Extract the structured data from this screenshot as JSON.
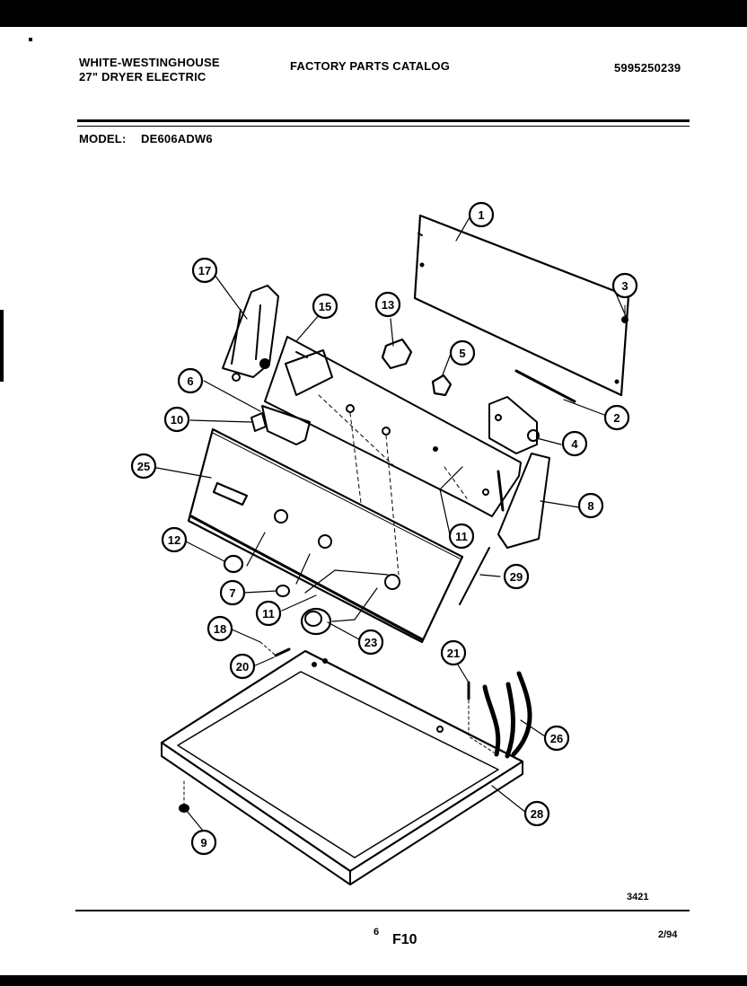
{
  "header": {
    "brand": "WHITE-WESTINGHOUSE",
    "product": "27\" DRYER ELECTRIC",
    "catalog": "FACTORY PARTS CATALOG",
    "catalog_number": "5995250239",
    "model_label": "MODEL:",
    "model_number": "DE606ADW6"
  },
  "callouts": [
    {
      "num": "1"
    },
    {
      "num": "2"
    },
    {
      "num": "3"
    },
    {
      "num": "4"
    },
    {
      "num": "5"
    },
    {
      "num": "6"
    },
    {
      "num": "7"
    },
    {
      "num": "8"
    },
    {
      "num": "9"
    },
    {
      "num": "10"
    },
    {
      "num": "11"
    },
    {
      "num": "11"
    },
    {
      "num": "12"
    },
    {
      "num": "13"
    },
    {
      "num": "15"
    },
    {
      "num": "17"
    },
    {
      "num": "18"
    },
    {
      "num": "20"
    },
    {
      "num": "21"
    },
    {
      "num": "23"
    },
    {
      "num": "25"
    },
    {
      "num": "26"
    },
    {
      "num": "28"
    },
    {
      "num": "29"
    }
  ],
  "footer": {
    "figure_code": "3421",
    "page_marker": "6",
    "page_code": "F10",
    "date": "2/94"
  }
}
